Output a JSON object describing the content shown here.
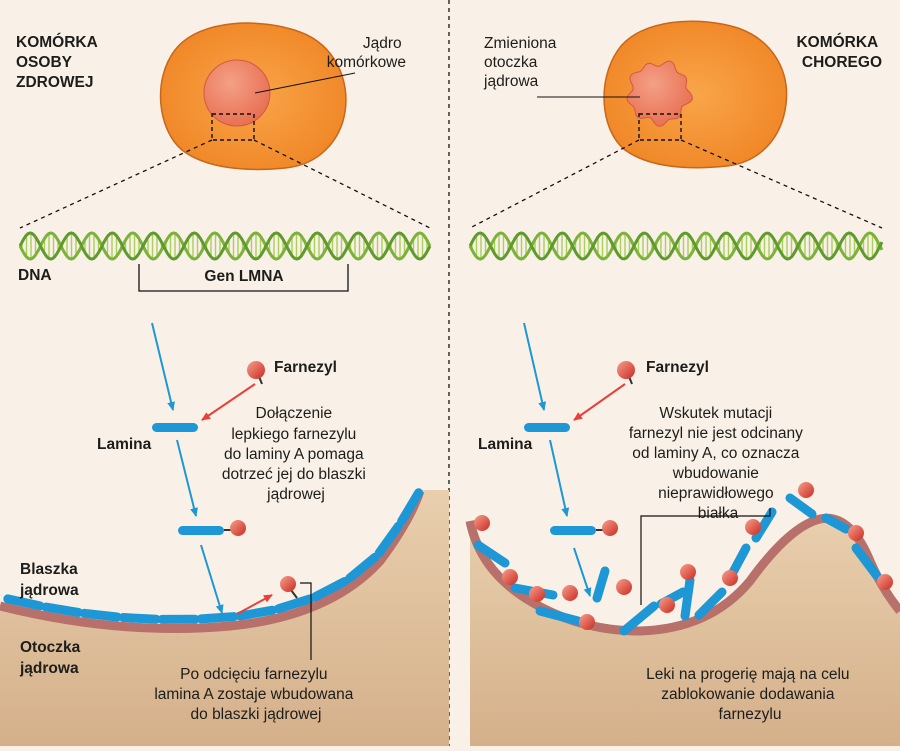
{
  "colors": {
    "background": "#f9f1e7",
    "cell": "#f28a2a",
    "nucleus": "#eb7c60",
    "lamina": "#1d97d5",
    "farnesyl": "#e8403a",
    "envelope": "#dcbe9c",
    "arrow_blue": "#1d97d5",
    "arrow_red": "#e8403a",
    "dna": "#8cbe3f"
  },
  "left": {
    "heading": [
      "KOMÓRKA",
      "OSOBY",
      "ZDROWEJ"
    ],
    "nucleus_label": [
      "Jądro",
      "komórkowe"
    ],
    "dna_label": "DNA",
    "gene_label": "Gen LMNA",
    "farnesyl_label": "Farnezyl",
    "lamina_label": "Lamina",
    "attach_text": [
      "Dołączenie",
      "lepkiego farnezylu",
      "do laminy A pomaga",
      "dotrzeć jej do blaszki",
      "jądrowej"
    ],
    "plate_label": [
      "Blaszka",
      "jądrowa"
    ],
    "envelope_label": [
      "Otoczka",
      "jądrowa"
    ],
    "cut_text": [
      "Po odcięciu farnezylu",
      "lamina A zostaje wbudowana",
      "do blaszki jądrowej"
    ]
  },
  "right": {
    "heading": [
      "KOMÓRKA",
      "CHOREGO"
    ],
    "envelope_label": [
      "Zmieniona",
      "otoczka",
      "jądrowa"
    ],
    "farnesyl_label": "Farnezyl",
    "lamina_label": "Lamina",
    "mutation_text": [
      "Wskutek mutacji",
      "farnezyl nie jest odcinany",
      "od laminy A, co oznacza",
      "wbudowanie",
      "nieprawidłowego",
      "białka"
    ],
    "drug_text": [
      "Leki na progerię mają na celu",
      "zablokowanie dodawania",
      "farnezylu"
    ]
  }
}
